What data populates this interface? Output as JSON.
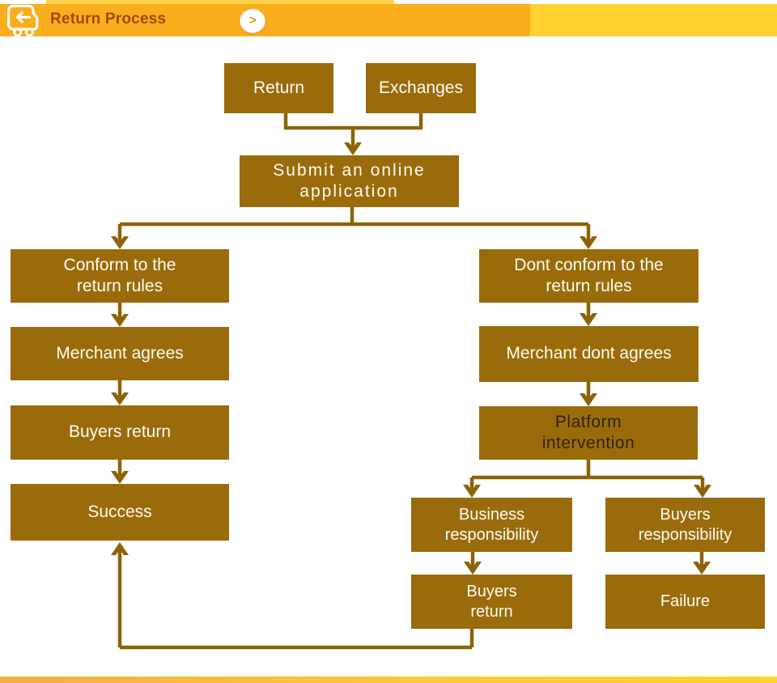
{
  "header": {
    "title": "Return Process",
    "next_label": ">"
  },
  "colors": {
    "header_orange": "#FBAE1D",
    "header_yellow": "#FED32F",
    "header_top_strip": "#FFD14A",
    "title_text": "#9C4B08",
    "box_fill": "#9A6B0A",
    "connector": "#8C6308",
    "box_text": "#FFFDF5",
    "platform_box_text": "#332303",
    "bottom_bar_left": "#F2AF45",
    "bottom_bar_right": "#FFD42E"
  },
  "flow": {
    "nodes": {
      "return": {
        "label": "Return"
      },
      "exchanges": {
        "label": "Exchanges"
      },
      "submit": {
        "label": "Submit an online application"
      },
      "conform": {
        "label": "Conform to the return rules"
      },
      "merchant_agrees": {
        "label": "Merchant agrees"
      },
      "buyers_return_left": {
        "label": "Buyers return"
      },
      "success": {
        "label": "Success"
      },
      "dont_conform": {
        "label": "Dont conform to the return rules"
      },
      "merchant_dont_agrees": {
        "label": "Merchant dont agrees"
      },
      "platform": {
        "label": "Platform intervention"
      },
      "business_responsibility": {
        "label": "Business responsibility"
      },
      "buyers_responsibility": {
        "label": "Buyers responsibility"
      },
      "buyers_return_right": {
        "label": "Buyers return"
      },
      "failure": {
        "label": "Failure"
      }
    }
  }
}
